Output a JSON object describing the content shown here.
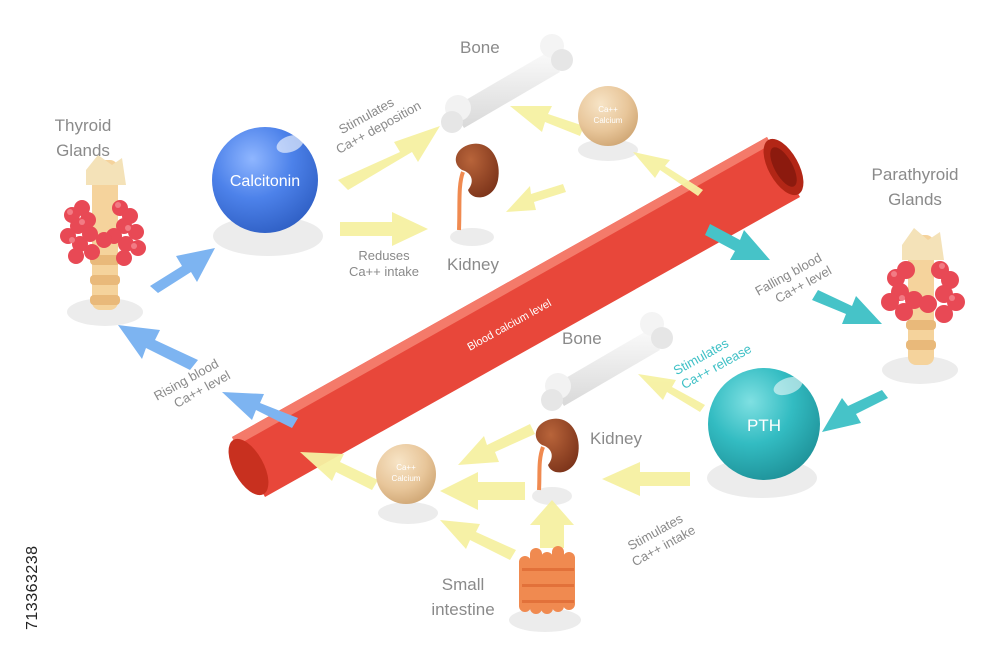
{
  "labels": {
    "thyroid_line1": "Thyroid",
    "thyroid_line2": "Glands",
    "calcitonin": "Calcitonin",
    "bone_top": "Bone",
    "kidney_top": "Kidney",
    "calcium_top_line1": "Ca++",
    "calcium_top_line2": "Calcium",
    "stimulates_deposition_line1": "Stimulates",
    "stimulates_deposition_line2": "Ca++ deposition",
    "reduses_intake_line1": "Reduses",
    "reduses_intake_line2": "Ca++ intake",
    "parathyroid_line1": "Parathyroid",
    "parathyroid_line2": "Glands",
    "falling_line1": "Falling blood",
    "falling_line2": "Ca++ level",
    "blood_calcium": "Blood calcium level",
    "rising_line1": "Rising blood",
    "rising_line2": "Ca++ level",
    "bone_bottom": "Bone",
    "stimulates_release_line1": "Stimulates",
    "stimulates_release_line2": "Ca++ release",
    "kidney_bottom": "Kidney",
    "pth": "PTH",
    "calcium_bottom_line1": "Ca++",
    "calcium_bottom_line2": "Calcium",
    "stimulates_intake_line1": "Stimulates",
    "stimulates_intake_line2": "Ca++ intake",
    "small_intestine_line1": "Small",
    "small_intestine_line2": "intestine"
  },
  "watermark": "713363238",
  "colors": {
    "calcitonin_sphere": "#4a7fe6",
    "pth_sphere": "#2fb8be",
    "calcium_sphere": "#e8c9a0",
    "vessel": "#e64a3a",
    "blue_arrow": "#7fb6f2",
    "cyan_arrow": "#45c4c8",
    "yellow_arrow": "#f7f3a0",
    "thyroid": "#e94a55",
    "kidney": "#8e3d22",
    "intestine": "#f08a50"
  }
}
